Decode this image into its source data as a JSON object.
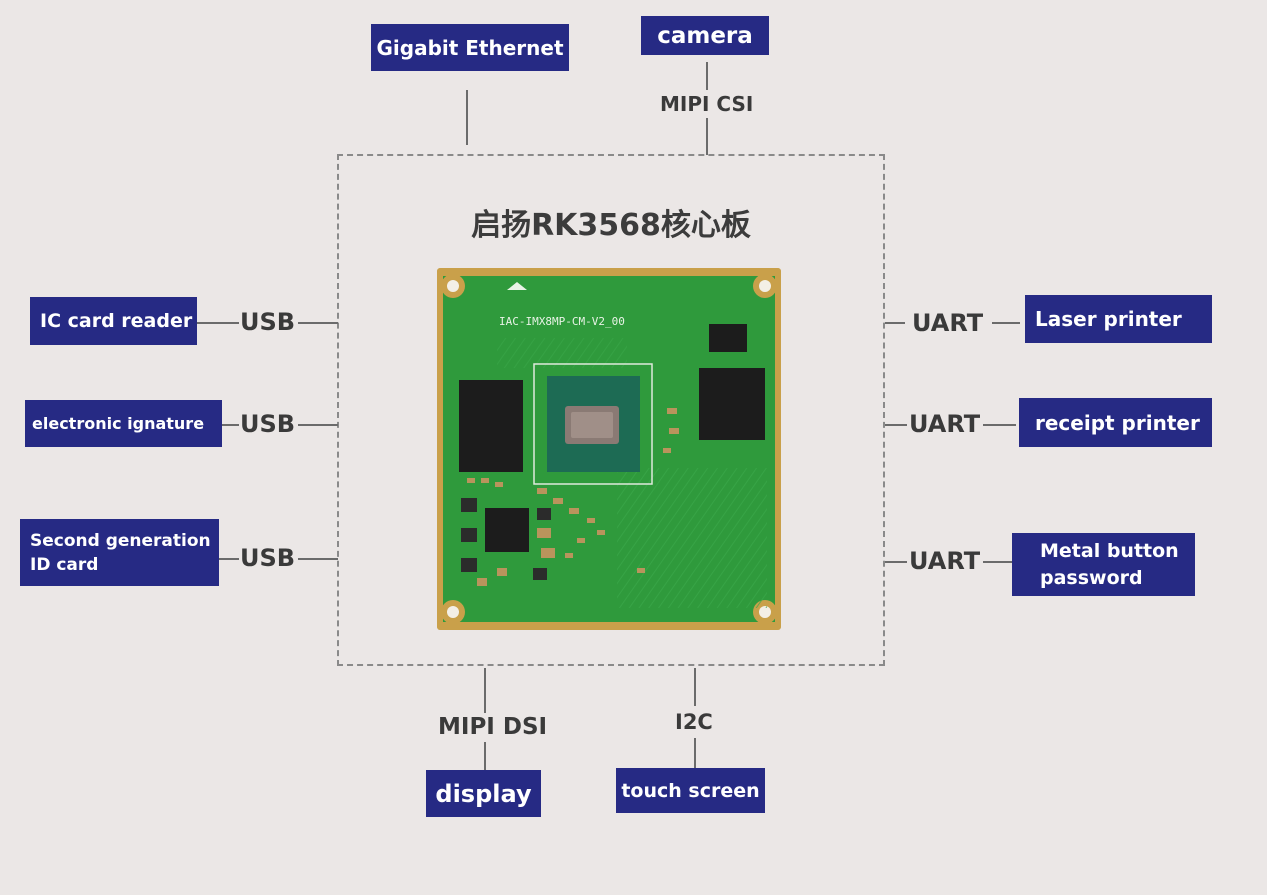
{
  "board": {
    "title": "启扬RK3568核心板",
    "silkscreen": "IAC-IMX8MP-CM-V2_00"
  },
  "top": {
    "ethernet": "Gigabit Ethernet",
    "camera": "camera",
    "camera_bus": "MIPI CSI"
  },
  "left": [
    {
      "device": "IC card reader",
      "bus": "USB"
    },
    {
      "device": "electronic ignature",
      "bus": "USB"
    },
    {
      "device_line1": "Second generation",
      "device_line2": "ID card",
      "bus": "USB"
    }
  ],
  "right": [
    {
      "device": "Laser printer",
      "bus": "UART"
    },
    {
      "device": "receipt printer",
      "bus": "UART"
    },
    {
      "device_line1": "Metal button",
      "device_line2": "password",
      "bus": "UART"
    }
  ],
  "bottom": {
    "display_bus": "MIPI DSI",
    "display": "display",
    "touch_bus": "I2C",
    "touch": "touch screen"
  },
  "colors": {
    "background": "#ebe7e6",
    "box_fill": "#262a84",
    "box_text": "#ffffff",
    "pcb_green": "#2f9a3c",
    "gold_pad": "#c9a04a"
  }
}
